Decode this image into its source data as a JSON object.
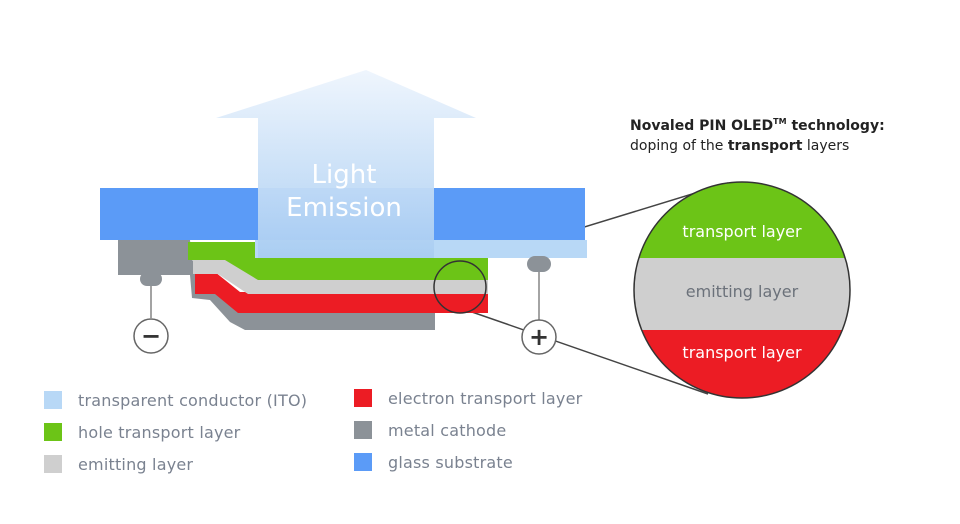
{
  "headline": {
    "title_part1": "Novaled PIN OLED",
    "title_sup": "TM",
    "title_part2": " technology:",
    "sub_part1": "doping of the ",
    "sub_bold": "transport",
    "sub_part2": " layers"
  },
  "arrow": {
    "line1": "Light",
    "line2": "Emission"
  },
  "terminals": {
    "negative": "−",
    "positive": "+"
  },
  "zoom": {
    "top_label": "transport layer",
    "middle_label": "emitting layer",
    "bottom_label": "transport layer"
  },
  "colors": {
    "ito": "#b8d8f6",
    "hole_transport": "#6cc417",
    "emitting": "#cfcfcf",
    "electron_transport": "#ec1c24",
    "metal_cathode": "#8c9298",
    "glass_substrate": "#5b9bf7"
  },
  "legend": [
    {
      "label": "transparent conductor (ITO)",
      "color": "#b8d8f6"
    },
    {
      "label": "hole transport layer",
      "color": "#6cc417"
    },
    {
      "label": "emitting layer",
      "color": "#cfcfcf"
    },
    {
      "label": "electron transport layer",
      "color": "#ec1c24"
    },
    {
      "label": "metal cathode",
      "color": "#8c9298"
    },
    {
      "label": "glass substrate",
      "color": "#5b9bf7"
    }
  ]
}
